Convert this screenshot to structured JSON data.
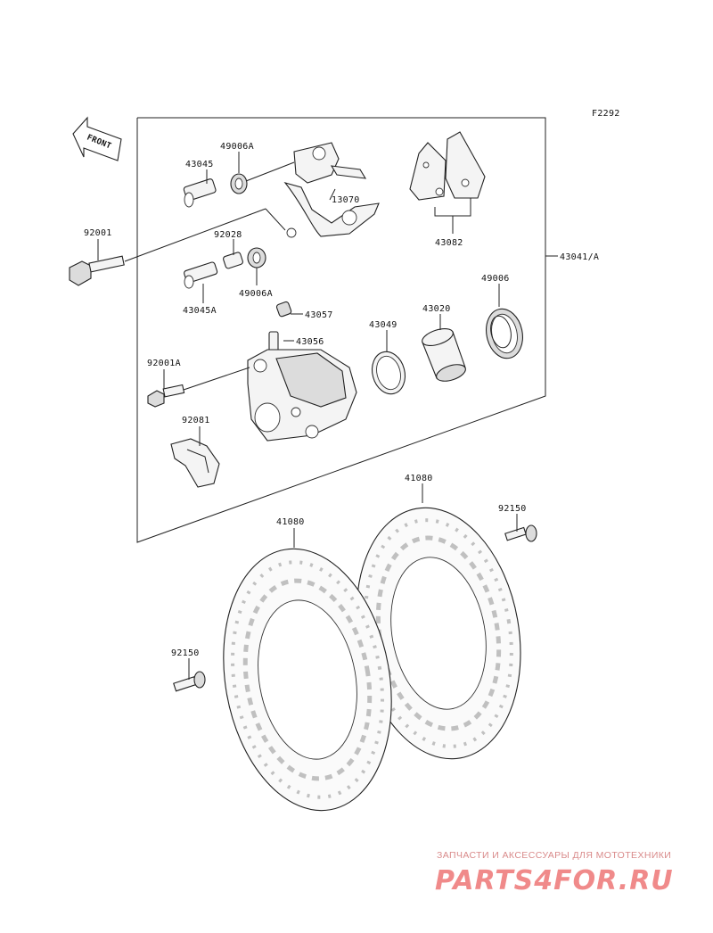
{
  "diagram": {
    "code": "F2292",
    "front_label": "FRONT",
    "labels": {
      "p43045": "43045",
      "p49006A_top": "49006A",
      "p13070": "13070",
      "p43082": "43082",
      "p92001": "92001",
      "p92028": "92028",
      "p43041A": "43041/A",
      "p43045A": "43045A",
      "p49006A_mid": "49006A",
      "p43057": "43057",
      "p43049": "43049",
      "p43020": "43020",
      "p49006": "49006",
      "p43056": "43056",
      "p92001A": "92001A",
      "p92081": "92081",
      "p41080_right": "41080",
      "p41080_left": "41080",
      "p92150_right": "92150",
      "p92150_left": "92150"
    }
  },
  "watermark": {
    "tagline": "ЗАПЧАСТИ И АКСЕССУАРЫ ДЛЯ МОТОТЕХНИКИ",
    "brand": "PARTS4FOR.RU"
  }
}
